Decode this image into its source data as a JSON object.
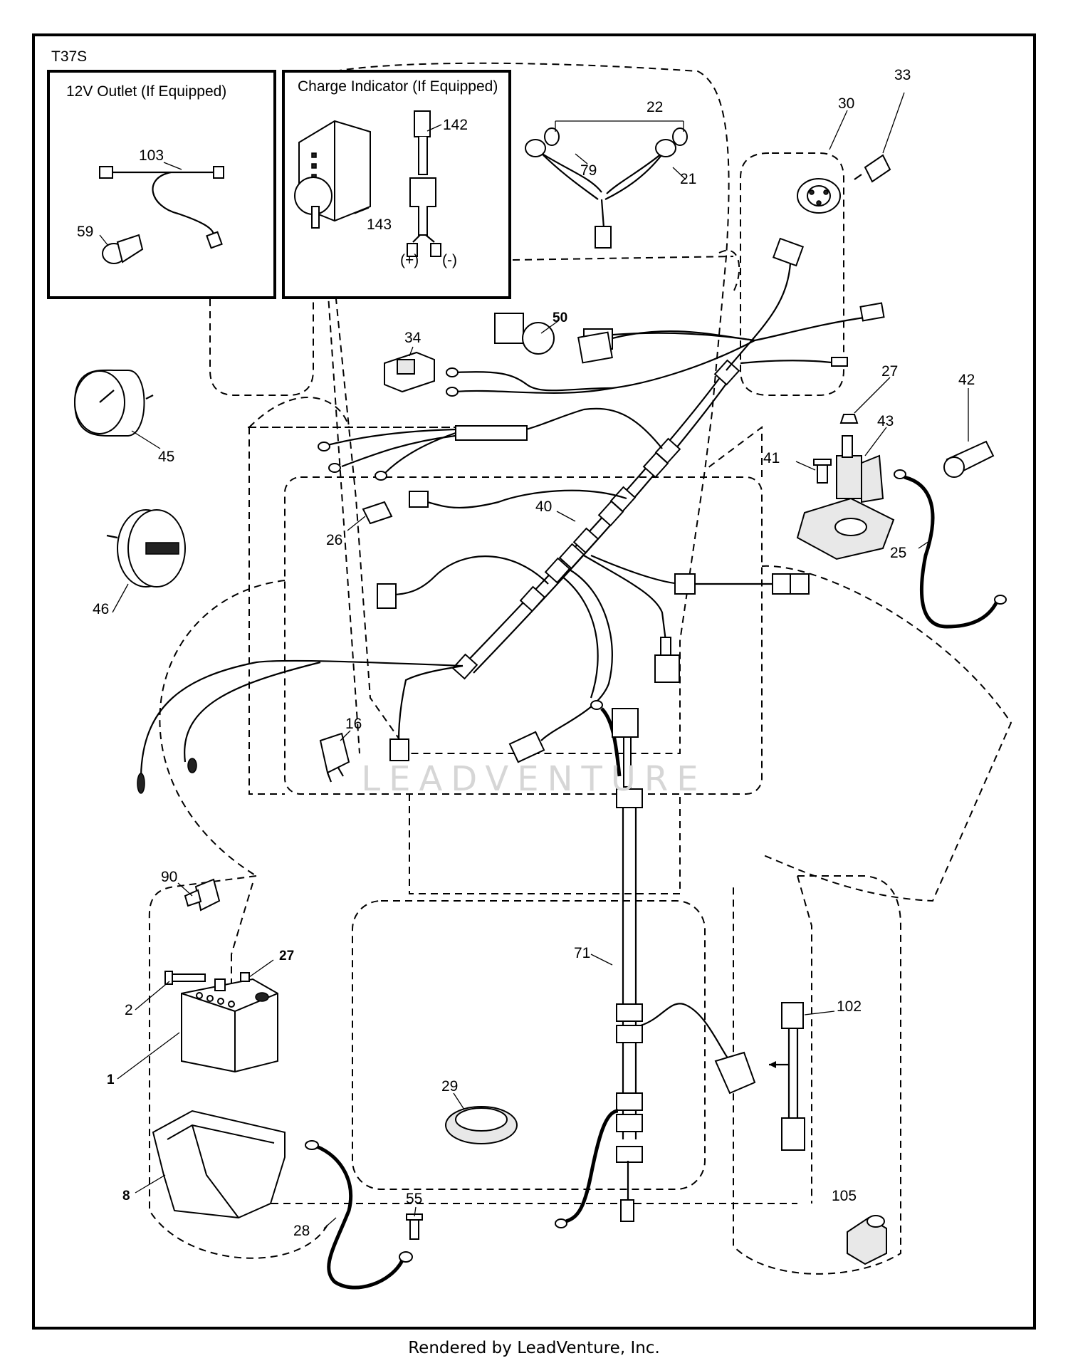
{
  "diagram_code": "T37S",
  "inset_outlet": {
    "title": "12V Outlet (If Equipped)"
  },
  "inset_charge": {
    "title": "Charge Indicator (If Equipped)",
    "plus": "(+)",
    "minus": "(-)"
  },
  "watermark": "LEADVENTURE",
  "footer": "Rendered by LeadVenture, Inc.",
  "callouts": {
    "c1": "1",
    "c2": "2",
    "c8": "8",
    "c16": "16",
    "c21": "21",
    "c22": "22",
    "c25": "25",
    "c26": "26",
    "c27a": "27",
    "c27b": "27",
    "c28": "28",
    "c29": "29",
    "c30": "30",
    "c33": "33",
    "c34": "34",
    "c40": "40",
    "c41": "41",
    "c42": "42",
    "c43": "43",
    "c45": "45",
    "c46": "46",
    "c50": "50",
    "c55": "55",
    "c59": "59",
    "c71": "71",
    "c79": "79",
    "c90": "90",
    "c102": "102",
    "c103": "103",
    "c105": "105",
    "c142": "142",
    "c143": "143"
  }
}
